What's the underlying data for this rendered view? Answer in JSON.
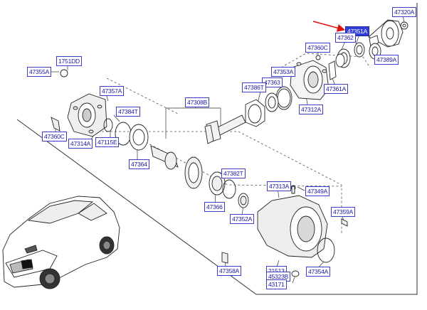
{
  "diagram": {
    "part_labels": [
      {
        "code": "47320A"
      },
      {
        "code": "47351A",
        "highlighted": true
      },
      {
        "code": "47362"
      },
      {
        "code": "47389A"
      },
      {
        "code": "47360C"
      },
      {
        "code": "1751DD"
      },
      {
        "code": "47355A"
      },
      {
        "code": "47353A"
      },
      {
        "code": "47363"
      },
      {
        "code": "47386T"
      },
      {
        "code": "47361A"
      },
      {
        "code": "47357A"
      },
      {
        "code": "47312A"
      },
      {
        "code": "47308B"
      },
      {
        "code": "47384T"
      },
      {
        "code": "47360C"
      },
      {
        "code": "47314A"
      },
      {
        "code": "47115E"
      },
      {
        "code": "47364"
      },
      {
        "code": "47382T"
      },
      {
        "code": "47313A"
      },
      {
        "code": "47349A"
      },
      {
        "code": "47366"
      },
      {
        "code": "47352A"
      },
      {
        "code": "47359A"
      },
      {
        "code": "47358A"
      },
      {
        "code": "21513"
      },
      {
        "code": "45323B"
      },
      {
        "code": "47354A"
      },
      {
        "code": "43171"
      }
    ],
    "colors": {
      "label_border": "#3d3dc8",
      "label_text": "#1a1aa0",
      "highlight_fill": "#2f3fd8",
      "pointer_arrow": "#e01010",
      "line_art": "#222222"
    },
    "icons": [
      "pointer-arrow",
      "vehicle-illustration",
      "exploded-parts-drawing"
    ]
  }
}
